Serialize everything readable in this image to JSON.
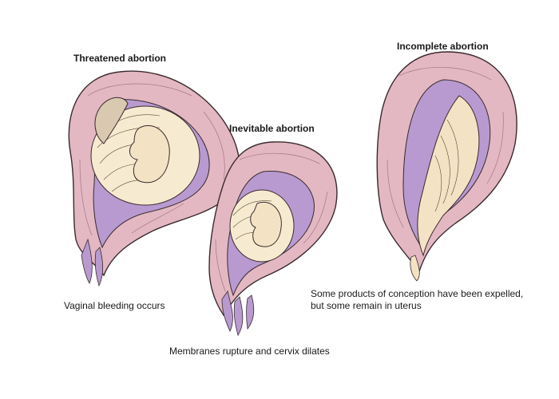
{
  "panels": [
    {
      "title": "Threatened abortion",
      "caption": "Vaginal bleeding occurs"
    },
    {
      "title": "Inevitable abortion",
      "caption": "Membranes rupture and cervix dilates"
    },
    {
      "title": "Incomplete abortion",
      "caption_lines": [
        "Some products of conception have been expelled,",
        "but some remain in uterus"
      ]
    }
  ],
  "colors": {
    "uterine_wall": "#e3b8c2",
    "wall_outline": "#3a2a2e",
    "membrane": "#b89ad0",
    "fetus": "#f3e3c4",
    "placenta": "#6b5a3a"
  }
}
